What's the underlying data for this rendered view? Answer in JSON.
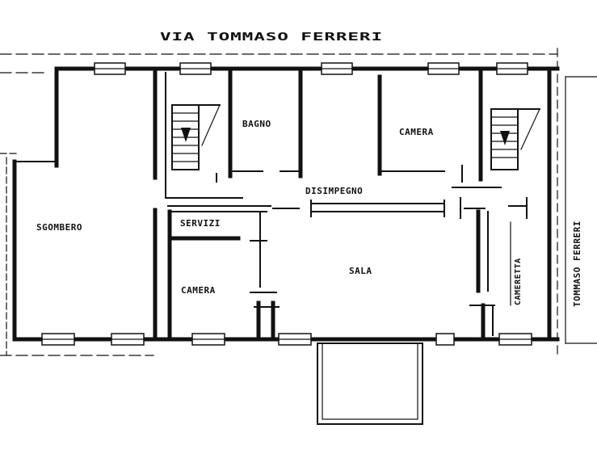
{
  "plan": {
    "street": "VIA TOMMASO FERRERI",
    "rooms": {
      "sgombero": "SGOMBERO",
      "bagno": "BAGNO",
      "camera_top": "CAMERA",
      "disimpegno": "DISIMPEGNO",
      "servizi": "SERVIZI",
      "camera_bottom": "CAMERA",
      "sala": "SALA",
      "cameretta": "CAMERETTA",
      "side_street": "TOMMASO FERRERI"
    }
  }
}
